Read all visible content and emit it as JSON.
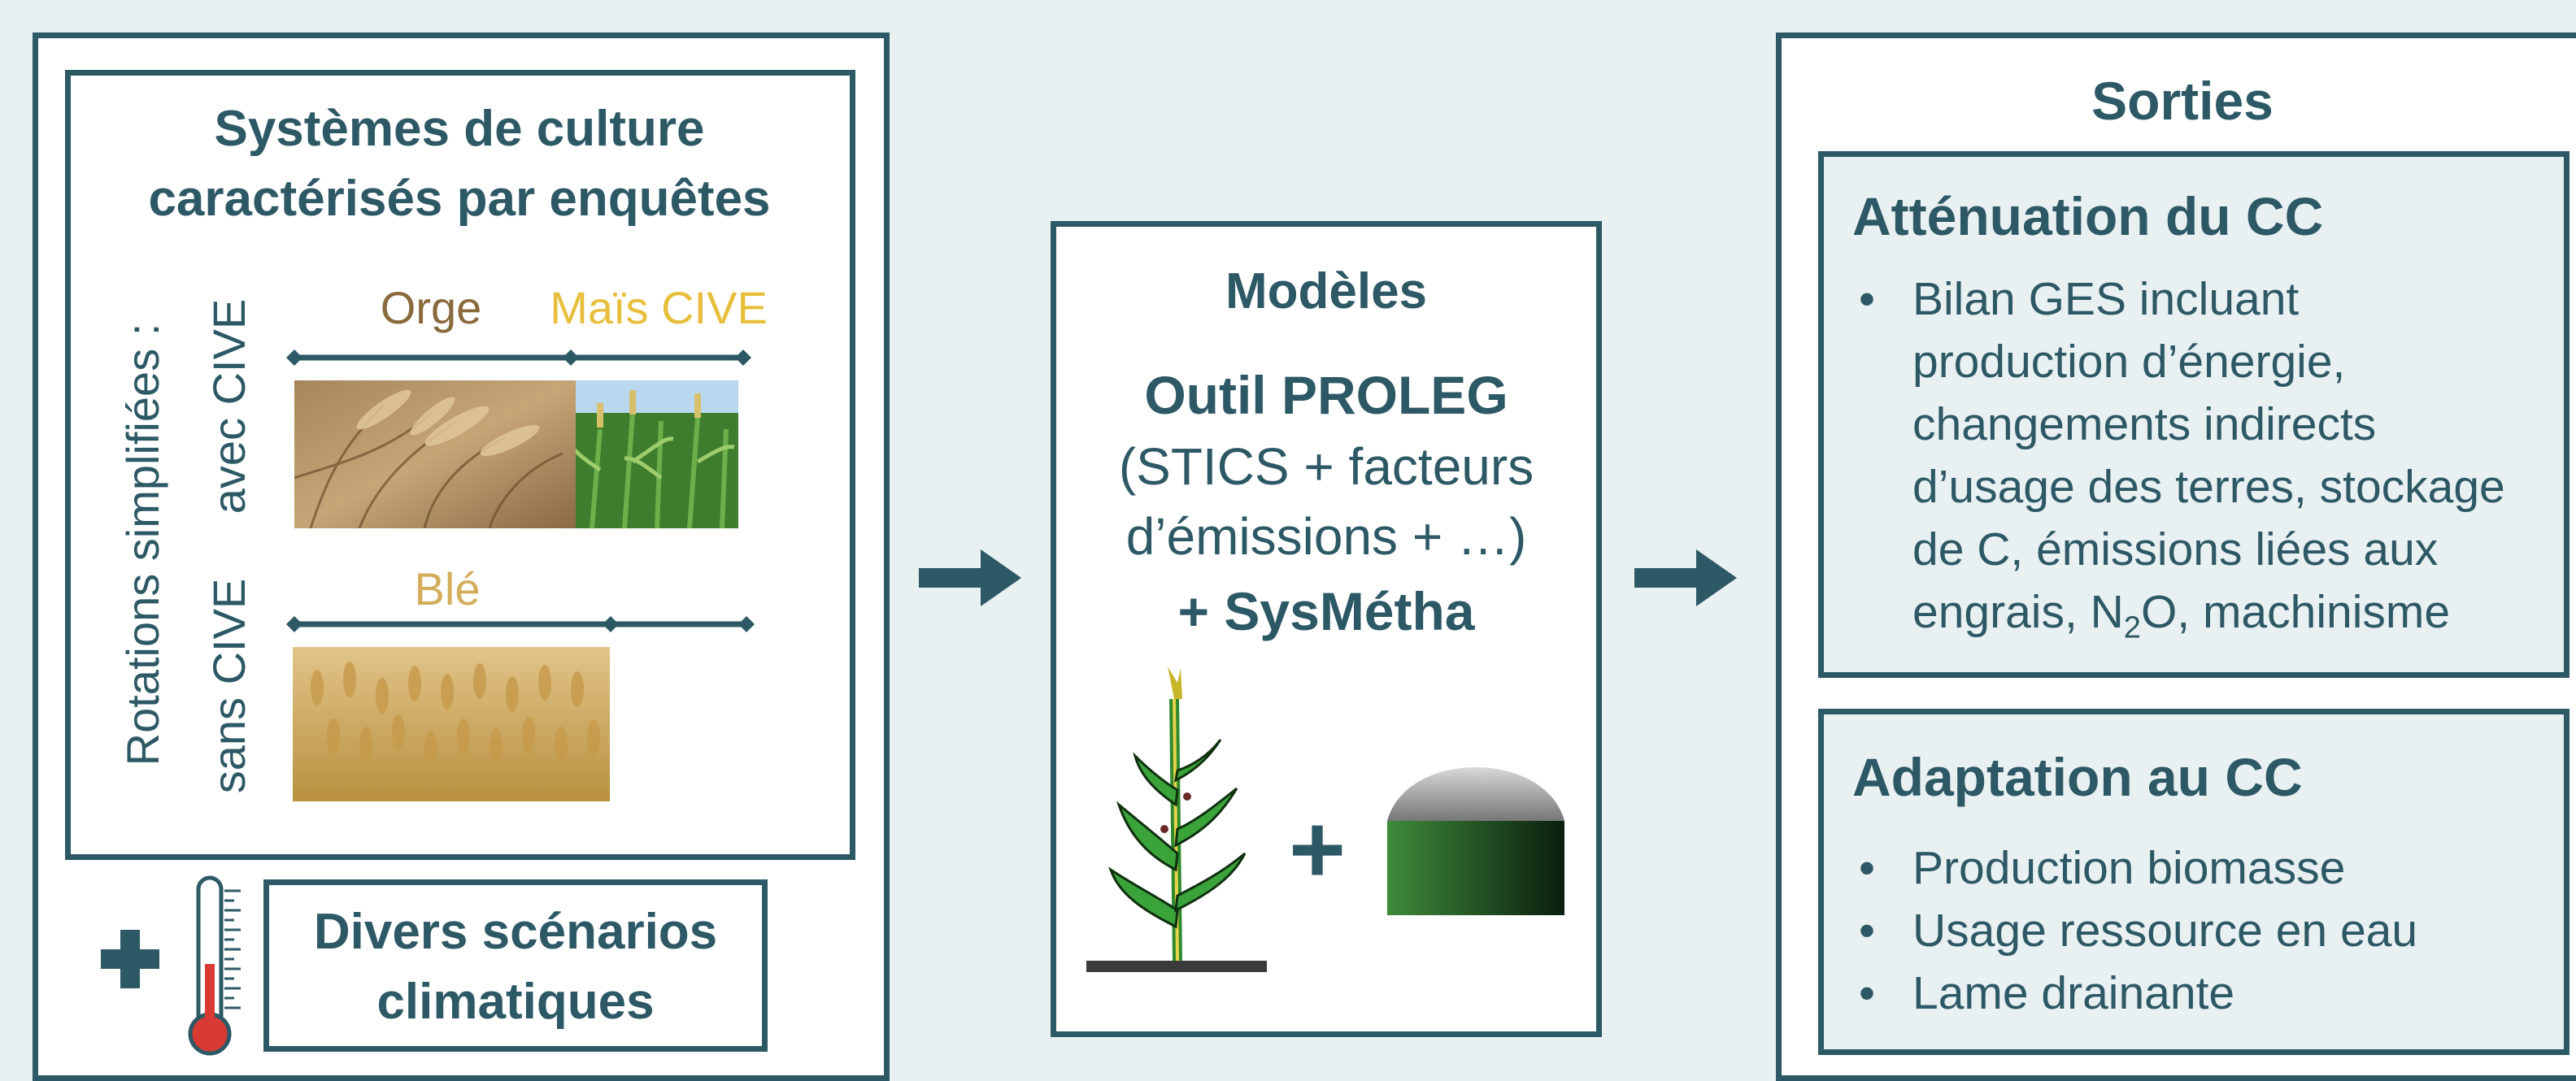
{
  "colors": {
    "primary": "#2d5865",
    "background": "#e8f0f1",
    "orge": "#8a6a3d",
    "mais": "#e8bf3c",
    "ble": "#d4ad5a"
  },
  "left_panel": {
    "systems": {
      "title_line1": "Systèmes de culture",
      "title_line2": "caractérisés par enquêtes",
      "rotations_label": "Rotations simplifiées :",
      "with_cive": {
        "label": "avec CIVE",
        "crop1": "Orge",
        "crop2": "Maïs CIVE"
      },
      "without_cive": {
        "label": "sans CIVE",
        "crop1": "Blé"
      }
    },
    "climate": {
      "plus": "+",
      "line1": "Divers scénarios",
      "line2": "climatiques"
    }
  },
  "models": {
    "title": "Modèles",
    "tool": "Outil PROLEG",
    "line1": "(STICS + facteurs",
    "line2": "d’émissions + …)",
    "sysmetha": "+ SysMétha",
    "plus": "+"
  },
  "outputs": {
    "title": "Sorties",
    "mitigation": {
      "title": "Atténuation du CC",
      "bullet": {
        "l1": "Bilan GES incluant",
        "l2": "production d’énergie,",
        "l3": "changements indirects",
        "l4": "d’usage des terres, stockage",
        "l5": "de C, émissions liées aux",
        "l6_pre": "engrais, N",
        "l6_sub": "2",
        "l6_post": "O, machinisme"
      }
    },
    "adaptation": {
      "title": "Adaptation au CC",
      "items": [
        "Production biomasse",
        "Usage ressource en eau",
        "Lame drainante"
      ]
    }
  }
}
